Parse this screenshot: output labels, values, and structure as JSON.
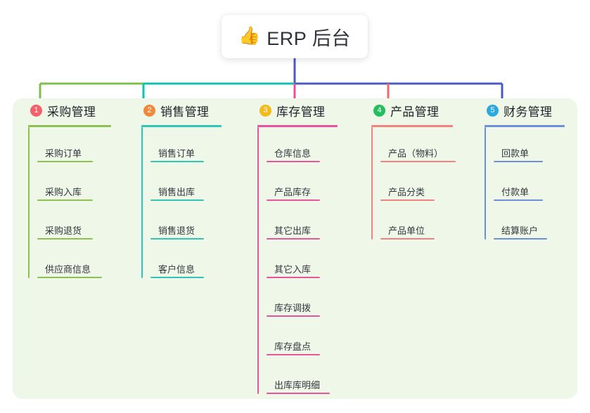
{
  "title": {
    "icon": "thumbs-up-icon",
    "emoji": "👍",
    "text": "ERP 后台"
  },
  "panel": {
    "background": "#eef7e8"
  },
  "connector_colors": {
    "root_stem": "#4a5ac0",
    "bus_segments": [
      "#7fbf4f",
      "#12c2ae",
      "#4a5ac0",
      "#4a5ac0",
      "#4a5ac0"
    ],
    "drops": [
      "#7fbf4f",
      "#12c2ae",
      "#ec4d9a",
      "#f16a6a",
      "#4a5ac0"
    ]
  },
  "columns": [
    {
      "number": "1",
      "title": "采购管理",
      "badge_color": "#f4606c",
      "line_color": "#8cc152",
      "rule_width": 118,
      "items": [
        {
          "label": "采购订单",
          "rule_width": 79
        },
        {
          "label": "采购入库",
          "rule_width": 79
        },
        {
          "label": "采购退货",
          "rule_width": 79
        },
        {
          "label": "供应商信息",
          "rule_width": 92
        }
      ]
    },
    {
      "number": "2",
      "title": "销售管理",
      "badge_color": "#f0893c",
      "line_color": "#30c6b6",
      "rule_width": 114,
      "items": [
        {
          "label": "销售订单",
          "rule_width": 76
        },
        {
          "label": "销售出库",
          "rule_width": 76
        },
        {
          "label": "销售退货",
          "rule_width": 76
        },
        {
          "label": "客户信息",
          "rule_width": 76
        }
      ]
    },
    {
      "number": "3",
      "title": "库存管理",
      "badge_color": "#f5b919",
      "line_color": "#e9549a",
      "rule_width": 114,
      "items": [
        {
          "label": "仓库信息",
          "rule_width": 76
        },
        {
          "label": "产品库存",
          "rule_width": 76
        },
        {
          "label": "其它出库",
          "rule_width": 76
        },
        {
          "label": "其它入库",
          "rule_width": 76
        },
        {
          "label": "库存调拨",
          "rule_width": 76
        },
        {
          "label": "库存盘点",
          "rule_width": 76
        },
        {
          "label": "出库库明细",
          "rule_width": 90
        }
      ]
    },
    {
      "number": "4",
      "title": "产品管理",
      "badge_color": "#25bd5e",
      "line_color": "#f0837f",
      "rule_width": 116,
      "items": [
        {
          "label": "产品（物料）",
          "rule_width": 107
        },
        {
          "label": "产品分类",
          "rule_width": 77
        },
        {
          "label": "产品单位",
          "rule_width": 77
        }
      ]
    },
    {
      "number": "5",
      "title": "财务管理",
      "badge_color": "#2aa9e0",
      "line_color": "#6f8ed8",
      "rule_width": 114,
      "items": [
        {
          "label": "回款单",
          "rule_width": 70
        },
        {
          "label": "付款单",
          "rule_width": 70
        },
        {
          "label": "结算账户",
          "rule_width": 76
        }
      ]
    }
  ]
}
